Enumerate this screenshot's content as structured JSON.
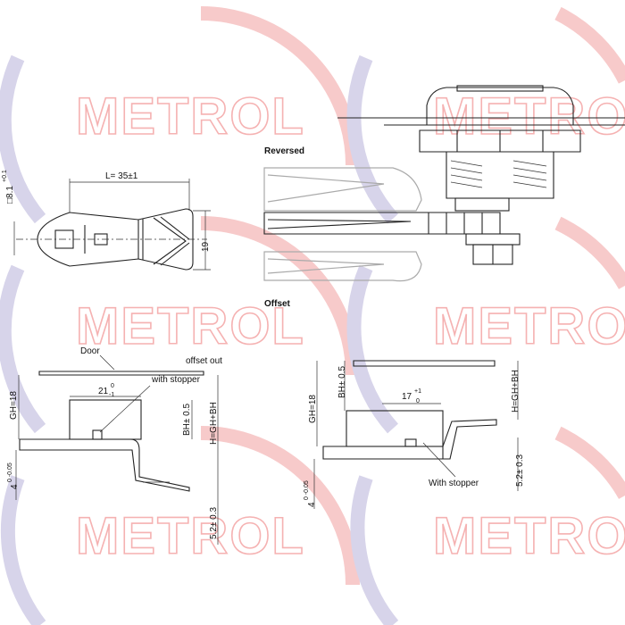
{
  "watermark": {
    "text": "METROL",
    "ring_red": "#f7caca",
    "ring_blue": "#d7d4ea",
    "text_color": "#f5b2b2"
  },
  "labels": {
    "reversed": "Reversed",
    "offset": "Offset",
    "door": "Door",
    "offset_out": "offset out",
    "with_stopper_left": "with stopper",
    "with_stopper_right": "With stopper"
  },
  "dims": {
    "square": "□8.1",
    "square_tol": "+0.1",
    "length": "L= 35±1",
    "width19": "19",
    "gh_left": "GH=18",
    "gh_right": "GH=18",
    "w21": "21",
    "w21_up": "0",
    "w21_dn": "-1",
    "w17": "17",
    "w17_up": "+1",
    "w17_dn": "0",
    "bh_left": "BH± 0.5",
    "bh_right": "BH± 0.5",
    "h_left": "H=GH+BH",
    "h_right": "H=GH+BH",
    "t4_left": "4",
    "t4_left_tol": "0 -0.05",
    "t4_right": "4",
    "t4_right_tol": "0 -0.05",
    "t52_left": "5.2± 0.3",
    "t52_right": "5.2± 0.3"
  }
}
